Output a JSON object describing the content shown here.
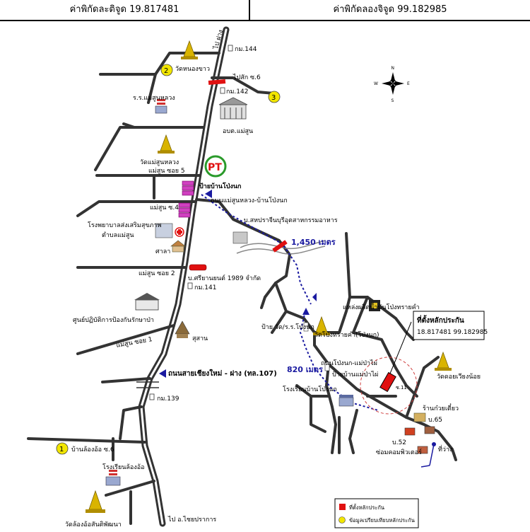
{
  "header": {
    "lat_label": "ค่าพิกัดละติจูด 19.817481",
    "lon_label": "ค่าพิกัดลองจิจูด 99.182985"
  },
  "compass": {
    "n": "N",
    "s": "S",
    "e": "E",
    "w": "W"
  },
  "labels": {
    "to_fang": "ไป ฝาง",
    "km144": "กม.144",
    "wat_nong_khao": "วัดหนองขาว",
    "to_sak_6": "ไปสัก ซ.6",
    "km142": "กม.142",
    "school_mae_suan": "ร.ร.แม่สูนหลวง",
    "district_office": "อบต.แม่สูน",
    "wat_mae_suan": "วัดแม่สูนหลวง",
    "soi5": "แม่สูน ซอย 5",
    "pt_label": "PT",
    "ban_pong_nok": "ป้ายบ้านโป่งนก",
    "road_mae_suan": "ถนนแม่สูนหลวง-บ้านโป่งนก",
    "soi4": "แม่สูน ซ.4",
    "factory": "บ.สหปราจีนบุรีอุตสาหกรรมอาหาร",
    "hospital_1": "โรงพยาบาลส่งเสริมสุขภาพ",
    "hospital_2": "ตำบลแม่สูน",
    "sala": "ศาลา",
    "dist_1450": "1,450 เมตร",
    "soi2": "แม่สูน ซอย 2",
    "car_company": "บ.ศรียานยนต์ 1989 จำกัด",
    "km141": "กม.141",
    "forest_center": "ศูนย์ปฏิบัติการป้องกันรักษาป่า",
    "cemetery": "สุสาน",
    "oil_source": "แหล่งผลิตน้ำมันโป่งทรายคำ",
    "wat_pong_sai": "วัดโป่งทรายคำ(โป่งนก)",
    "sign_wat": "ป้าย วัด/ร.ร.โป่งนก",
    "site_title": "ที่ตั้งหลักประกัน",
    "site_coords": "18.817481 99.182985",
    "soi1": "แม่สูน ซอย 1",
    "main_road": "ถนนสายเชียงใหม่ - ฝาง (ทล.107)",
    "road_pong_nok": "ถนนโป่งนก-แม่ป่าไผ่",
    "dist_820": "820 เมตร",
    "sign_mae_pa_phai": "ป้ายบ้านแม่ป่าไผ่",
    "wat_doi_wiang": "วัดดอยเวียงน้อย",
    "km139": "กม.139",
    "school_pong_nok": "โรงเรียนบ้านโป่งนก",
    "noodle_shop": "ร้านก๋วยเตี๋ยว",
    "house_65": "บ.65",
    "house_52": "บ.52",
    "empty_land": "ที่ว่าง",
    "computer_shop": "ซ่อมคอมพิวเตอร์",
    "ban_long_or": "บ้านล้องอ้อ ซ.6",
    "school_long_or": "โรงเรียนล้องอ้อ",
    "wat_long_or": "วัดล้องอ้อสันติพัฒนา",
    "to_chai_prakan": "ไป อ.ไชยปราการ",
    "site_marker_label": "ซ.11"
  },
  "markers": {
    "m1": "1",
    "m2": "2",
    "m3": "3"
  },
  "legend": {
    "site": "ที่ตั้งหลักประกัน",
    "comparables": "ข้อมูลเปรียบเทียบหลักประกัน"
  },
  "colors": {
    "road": "#333333",
    "route": "#1a1aa0",
    "site": "#e01010",
    "marker": "#f2e600",
    "temple": "#d9b400",
    "pink": "#d040c0"
  }
}
